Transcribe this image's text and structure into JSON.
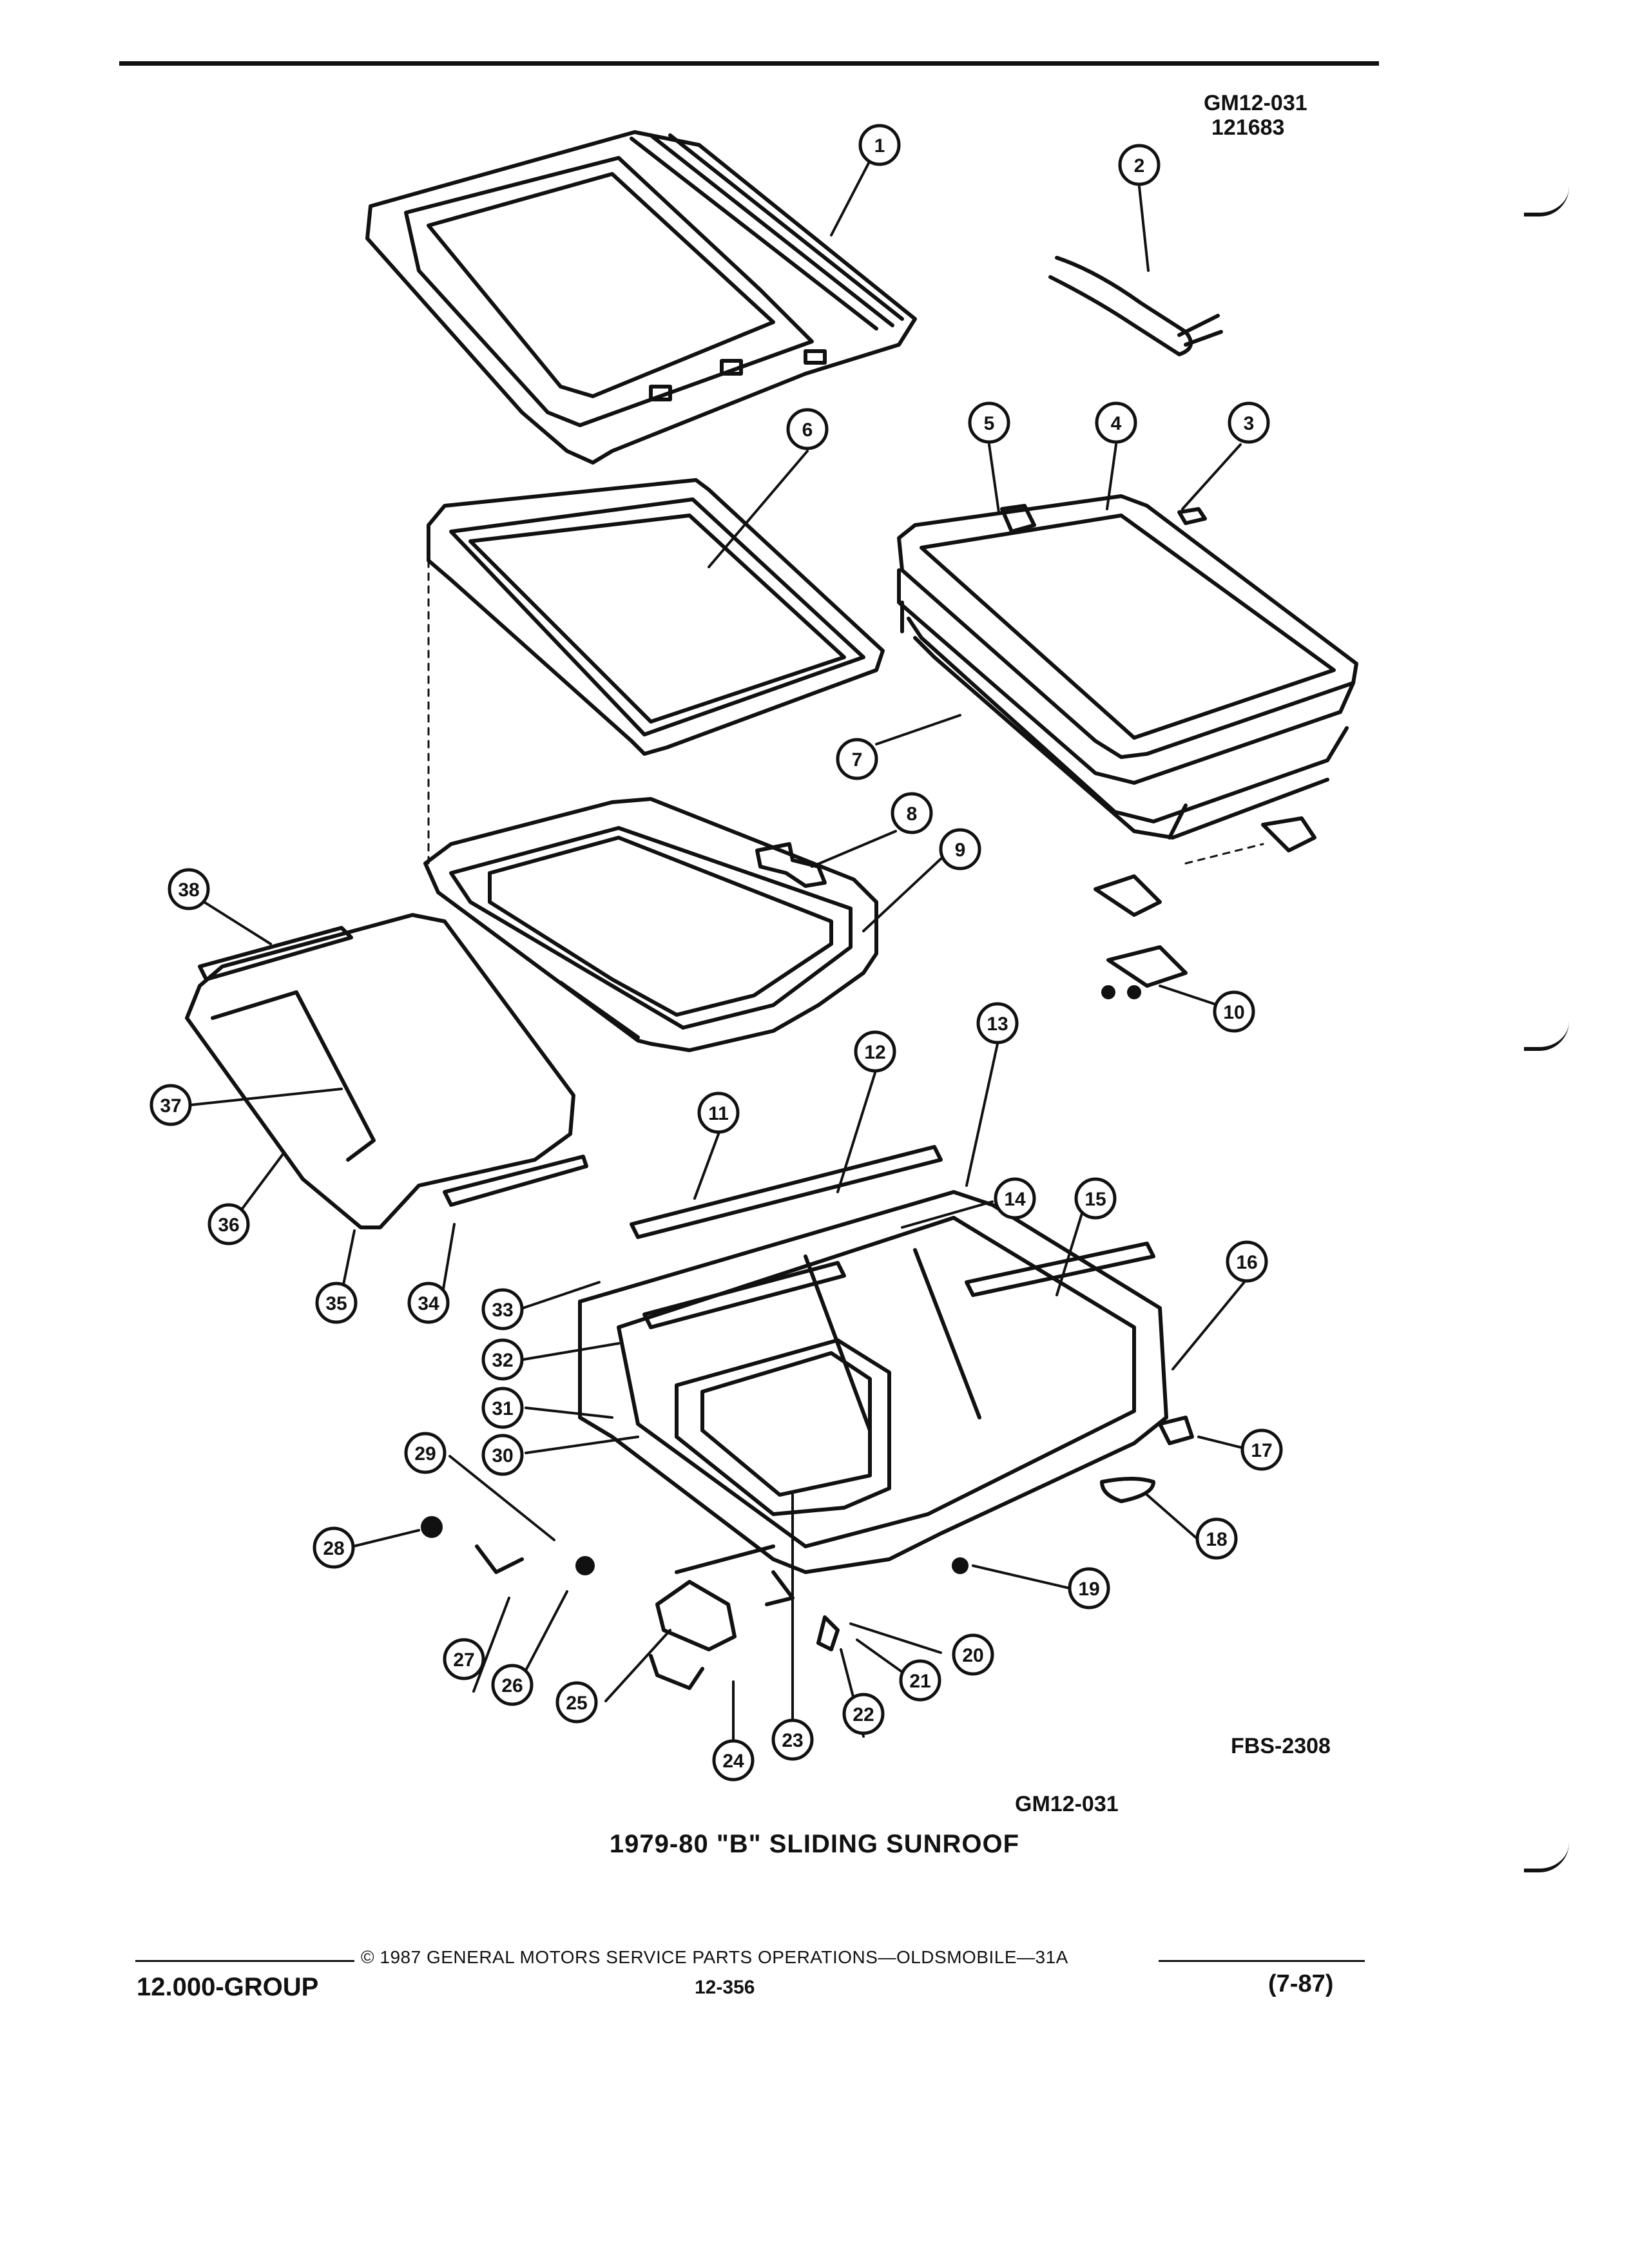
{
  "doc_codes": {
    "top_code": "GM12-031",
    "top_number": "121683",
    "figure_code": "FBS-2308",
    "bottom_code": "GM12-031"
  },
  "title": "1979-80 \"B\" SLIDING SUNROOF",
  "callouts": [
    "1",
    "2",
    "3",
    "4",
    "5",
    "6",
    "7",
    "8",
    "9",
    "10",
    "11",
    "12",
    "13",
    "14",
    "15",
    "16",
    "17",
    "18",
    "19",
    "20",
    "21",
    "22",
    "23",
    "24",
    "25",
    "26",
    "27",
    "28",
    "29",
    "30",
    "31",
    "32",
    "33",
    "34",
    "35",
    "36",
    "37",
    "38"
  ],
  "footer": {
    "copyright": "© 1987 GENERAL MOTORS SERVICE PARTS OPERATIONS—OLDSMOBILE—31A",
    "group": "12.000-GROUP",
    "page": "12-356",
    "date": "(7-87)"
  }
}
